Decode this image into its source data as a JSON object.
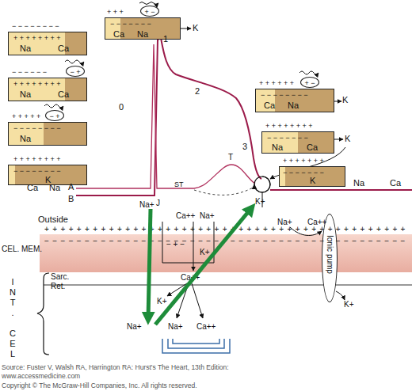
{
  "diagram": {
    "caption": "Source: Fuster V, Walsh RA, Harrington RA: Hurst's The Heart, 13th Edition: www.accessmedicine.com",
    "nodes": [
      {
        "text": [
          "− − − − − − − −",
          "+ + + + + + + +",
          "Na",
          "Ca"
        ]
      },
      {
        "text": [
          "− − − − − −",
          "− +",
          "+ + + + + + + +",
          "Na",
          "Ca"
        ]
      },
      {
        "text": [
          "+ + + + +",
          "− +",
          "− − − − − − − −",
          "Na"
        ]
      },
      {
        "text": [
          "+ + + + + + + +",
          "− − − − − − − −",
          "K"
        ]
      },
      {
        "text": [
          "+ + +",
          "+ −",
          "− − − − − − −",
          "Ca",
          "Na"
        ]
      },
      {
        "text": [
          "+ + + + + +",
          "+ −",
          "− − − − − − − −",
          "Ca",
          "Na"
        ]
      },
      {
        "text": [
          "+ + + + + + + +",
          "− − − − − − −",
          "Na",
          "Ca"
        ]
      },
      {
        "text": [
          "+ + + + + + +",
          "− − − − − − −",
          "K"
        ]
      },
      {
        "text": [
          "CEL. MEM."
        ]
      },
      {
        "text": [
          "Ionic pump"
        ]
      }
    ],
    "labels": [
      "K",
      "K",
      "K",
      "Ca",
      "Na",
      "A",
      "B",
      "0",
      "1",
      "2",
      "3",
      "J",
      "ST",
      "T",
      "Na",
      "Ca",
      "Outside",
      "Na+",
      "Ca++",
      "Na+",
      "K+",
      "Na+",
      "Ca++",
      "+ + + + + + + + + + + + + + + + + + + + + + + + + + + + + + + + + + + + + + + + + + + + +",
      "− − − − − − − − − − − − − − − − − − − − − − − − − − − − − − − − − − − − − − − − − − − − −",
      "− + −",
      "K+",
      "Ca++",
      "K+",
      "Na+",
      "Na+",
      "Ca++",
      "K+",
      "Sarc. Ret.",
      "INT. CEL.",
      "Copyright © The McGraw-Hill Companies, Inc. All rights reserved."
    ]
  }
}
